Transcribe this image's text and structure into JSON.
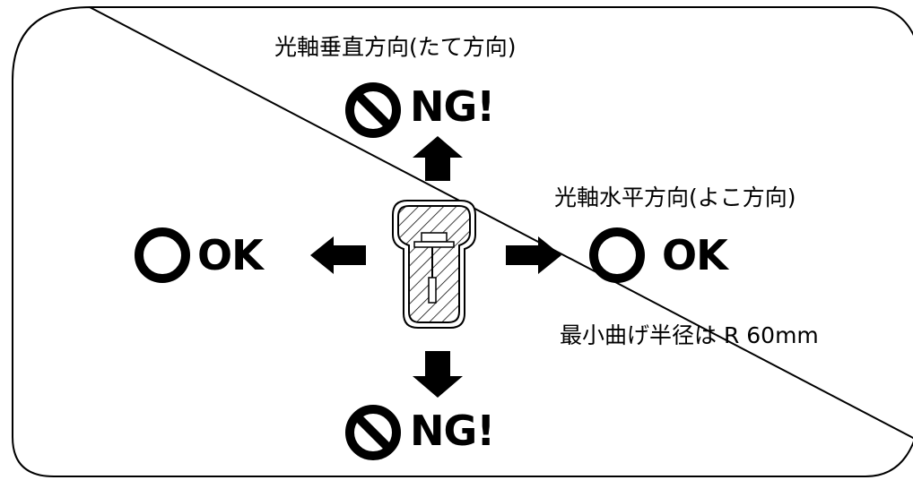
{
  "labels": {
    "vertical_direction": "光軸垂直方向(たて方向)",
    "horizontal_direction": "光軸水平方向(よこ方向)",
    "min_bend_radius": "最小曲げ半径は R 60mm"
  },
  "verdicts": {
    "top": "NG!",
    "bottom": "NG!",
    "left": "OK",
    "right": "OK"
  },
  "colors": {
    "ink": "#000000",
    "background": "#ffffff"
  },
  "icons": {
    "ng": "prohibition-icon",
    "ok": "circle-icon",
    "arrow": "arrow-icon",
    "cable": "cable-cross-section-icon"
  }
}
